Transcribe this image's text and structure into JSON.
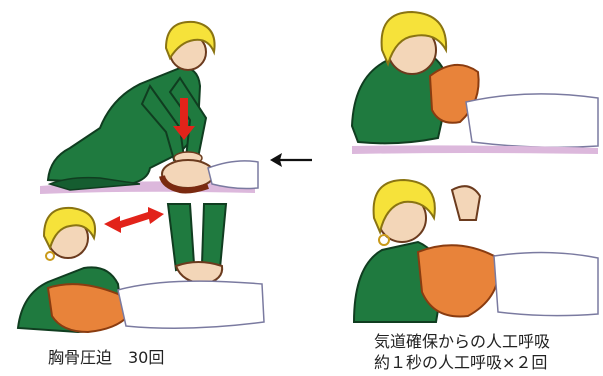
{
  "rescue_breathing": {
    "caption_line1": "気道確保からの人工呼吸",
    "caption_line2": "約１秒の人工呼吸×２回"
  },
  "chest_compressions": {
    "caption": "胸骨圧迫　30回"
  },
  "flow_arrow": {
    "direction": "left",
    "icon": "left-arrow-icon"
  },
  "colors": {
    "hair": "#f6e23a",
    "uniform_green": "#1f7a3f",
    "patient_orange": "#e8833a",
    "compression_arrow": "#e2231a",
    "floor_pink": "#dcb8dc"
  }
}
